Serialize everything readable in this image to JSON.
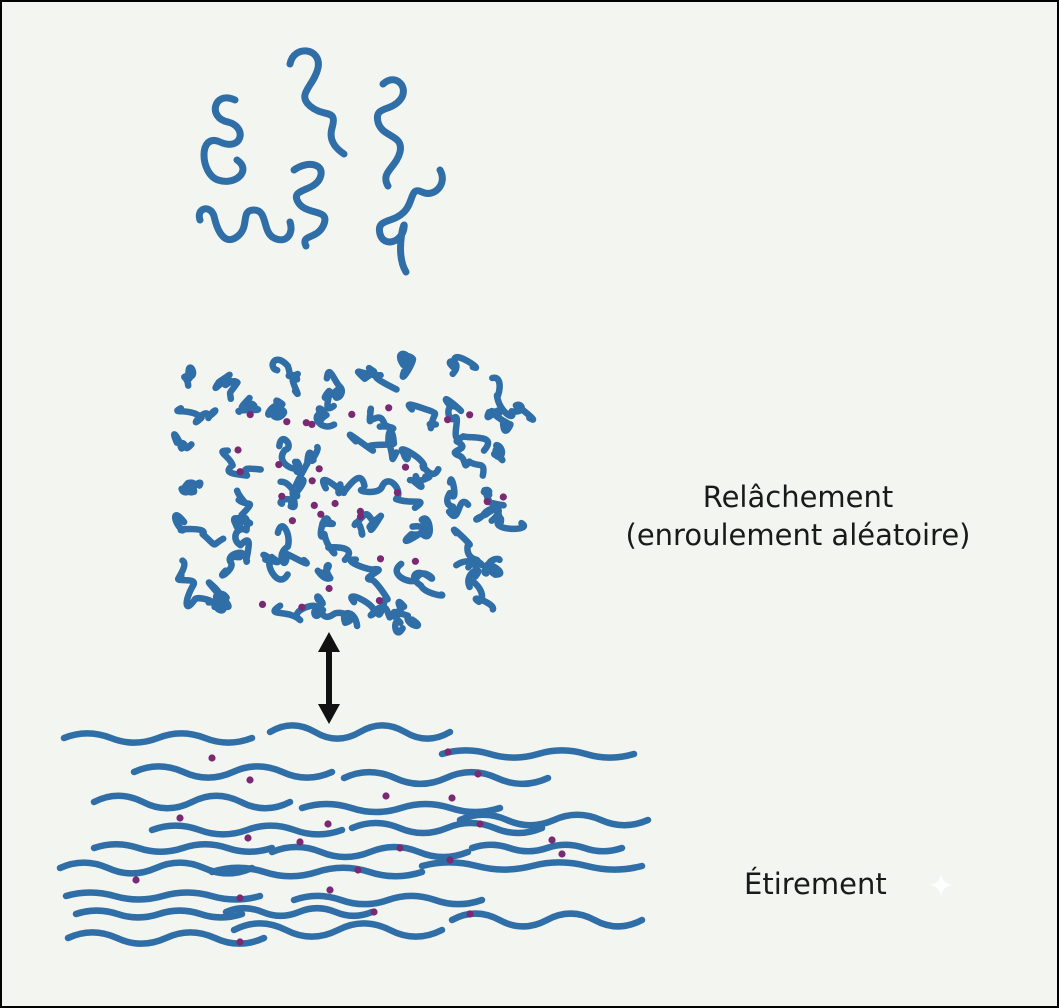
{
  "labels": {
    "relaxed_line1": "Relâchement",
    "relaxed_line2": "(enroulement aléatoire)",
    "stretched": "Étirement"
  },
  "colors": {
    "background": "#f3f5f0",
    "frame": "#000000",
    "chain": "#2f6ea6",
    "crosslink": "#7a2a73",
    "arrow": "#111111",
    "text": "#1a1a1a"
  },
  "icons": {
    "arrow": "double-headed-vertical-arrow",
    "corner_mark": "sparkle-icon"
  }
}
